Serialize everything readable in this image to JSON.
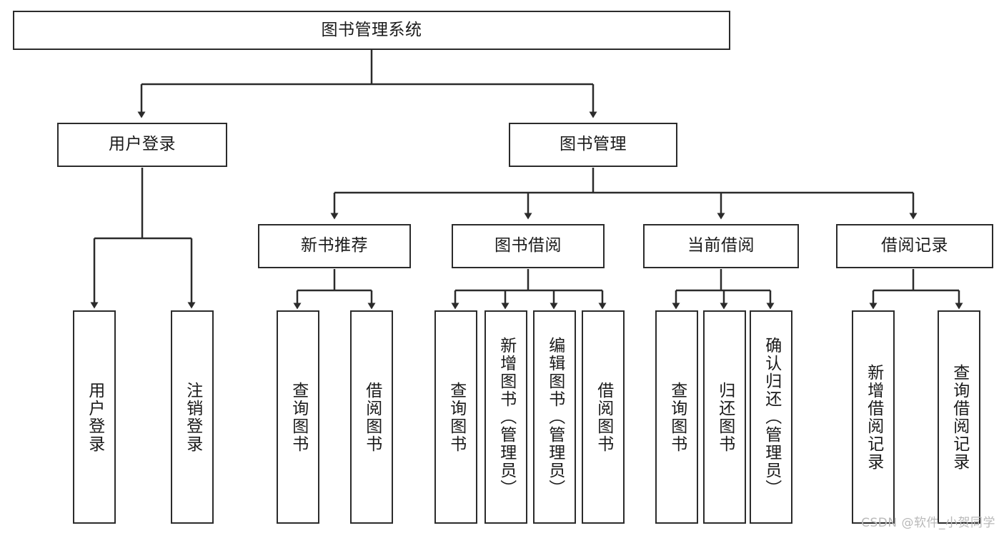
{
  "diagram": {
    "title": "图书管理系统",
    "type": "tree-hierarchy-diagram",
    "watermark": "CSDN @软件_小贺同学",
    "colors": {
      "stroke": "#2b2b2b",
      "fill": "#ffffff",
      "text": "#1a1a1a",
      "watermark": "#b9b9b9"
    },
    "root": {
      "label": "图书管理系统"
    },
    "level2": [
      {
        "label": "用户登录"
      },
      {
        "label": "图书管理"
      }
    ],
    "level3": [
      {
        "label": "新书推荐"
      },
      {
        "label": "图书借阅"
      },
      {
        "label": "当前借阅"
      },
      {
        "label": "借阅记录"
      }
    ],
    "leaves": {
      "user_login": [
        {
          "label": "用户登录"
        },
        {
          "label": "注销登录"
        }
      ],
      "new_book_recommend": [
        {
          "label": "查询图书"
        },
        {
          "label": "借阅图书"
        }
      ],
      "book_borrow": [
        {
          "label": "查询图书"
        },
        {
          "label": "新增图书（管理员）"
        },
        {
          "label": "编辑图书（管理员）"
        },
        {
          "label": "借阅图书"
        }
      ],
      "current_borrow": [
        {
          "label": "查询图书"
        },
        {
          "label": "归还图书"
        },
        {
          "label": "确认归还（管理员）"
        }
      ],
      "borrow_record": [
        {
          "label": "新增借阅记录"
        },
        {
          "label": "查询借阅记录"
        }
      ]
    }
  }
}
